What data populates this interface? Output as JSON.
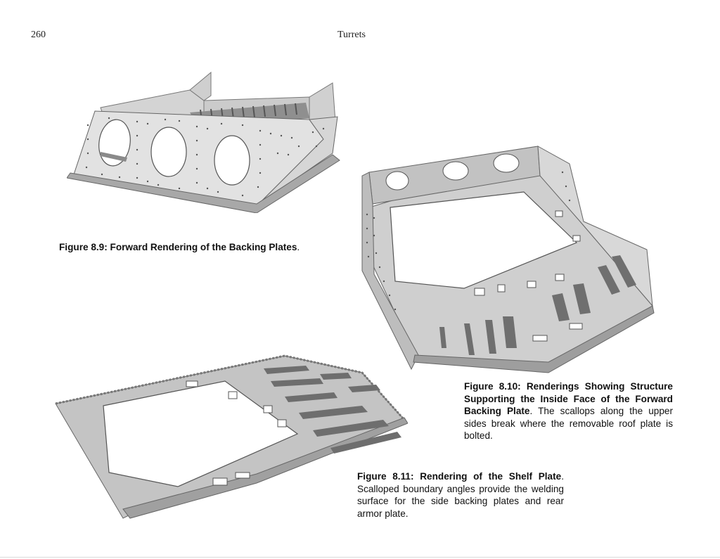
{
  "header": {
    "page_number": "260",
    "running_head": "Turrets"
  },
  "figures": [
    {
      "label": "Figure 8.9:",
      "title": "Forward Rendering of the Backing Plates",
      "title_end": ".",
      "body": ""
    },
    {
      "label": "Figure 8.10:",
      "title": "Renderings Showing Structure Supporting the Inside Face of the Forward Backing Plate",
      "title_end": ".",
      "body": "The scallops along the upper sides break where the removable roof plate is bolted."
    },
    {
      "label": "Figure 8.11:",
      "title": "Rendering of the Shelf Plate",
      "title_end": ".",
      "body": "Scalloped boundary angles provide the welding surface for the side backing plates and rear armor plate."
    }
  ],
  "colors": {
    "plate_light": "#dedede",
    "plate_mid": "#c4c4c4",
    "plate_dark": "#9a9a9a",
    "outline": "#6a6a6a",
    "rivet": "#555555"
  }
}
